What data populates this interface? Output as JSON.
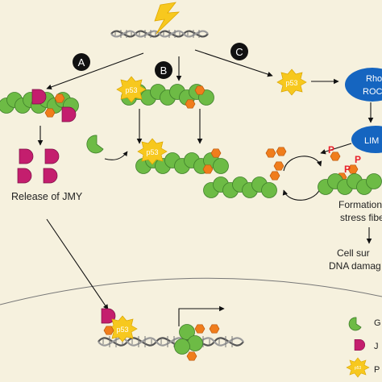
{
  "colors": {
    "background": "#f6f1de",
    "actin": "#6dbb45",
    "actin_stroke": "#3f7f2a",
    "jmy": "#c41e6e",
    "jmy_stroke": "#7a1044",
    "p53": "#f7c81e",
    "p53_stroke": "#d9a400",
    "phosphate": "#f07d1c",
    "phosphate_stroke": "#b9560a",
    "p_label": "#e8202b",
    "ellipse": "#1565c0",
    "lightning": "#f7c81e",
    "dna": "#555555",
    "arrow": "#111111"
  },
  "labels": {
    "pathway_a": "A",
    "pathway_b": "B",
    "pathway_c": "C",
    "p53": "p53",
    "release_jmy": "Release of JMY",
    "rho_line1": "Rho/",
    "rho_line2": "ROC",
    "lim": "LIM",
    "formation_line1": "Formation",
    "formation_line2": "stress fibe",
    "cell_line1": "Cell sur",
    "cell_line2": "DNA damag",
    "phospho_label": "P",
    "legend_g": "G",
    "legend_j": "J",
    "legend_p": "P",
    "legend_p53": "p53"
  }
}
